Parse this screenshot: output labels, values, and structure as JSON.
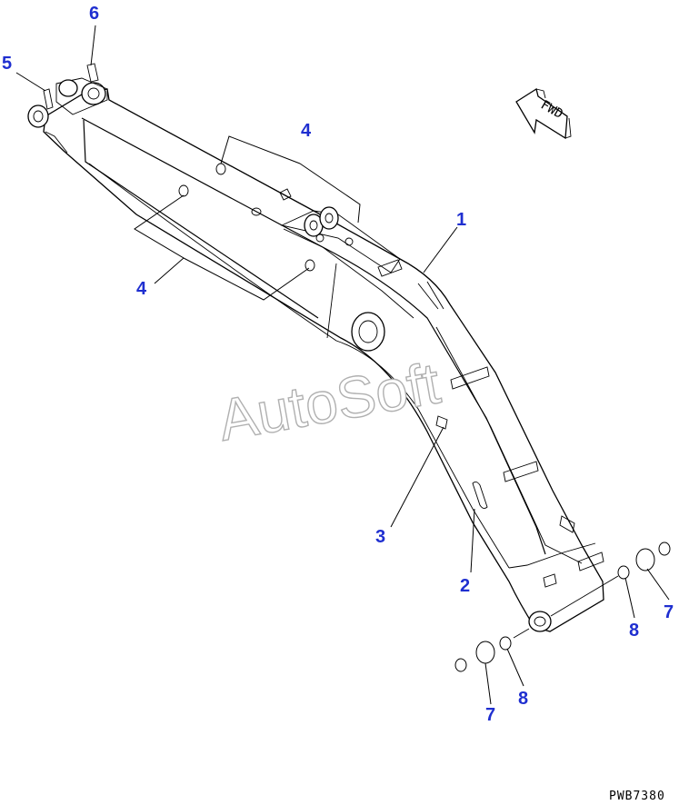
{
  "diagram": {
    "drawing_number": "PWB7380",
    "watermark": "AutoSoft",
    "direction_label": "FWD",
    "callouts": [
      {
        "id": "c1",
        "label": "1"
      },
      {
        "id": "c2",
        "label": "2"
      },
      {
        "id": "c3",
        "label": "3"
      },
      {
        "id": "c4a",
        "label": "4"
      },
      {
        "id": "c4b",
        "label": "4"
      },
      {
        "id": "c5",
        "label": "5"
      },
      {
        "id": "c6",
        "label": "6"
      },
      {
        "id": "c7a",
        "label": "7"
      },
      {
        "id": "c7b",
        "label": "7"
      },
      {
        "id": "c8a",
        "label": "8"
      },
      {
        "id": "c8b",
        "label": "8"
      }
    ]
  },
  "colors": {
    "callout": "#1f2fd0",
    "line": "#000000",
    "watermark_outline": "#b0b0b0"
  }
}
